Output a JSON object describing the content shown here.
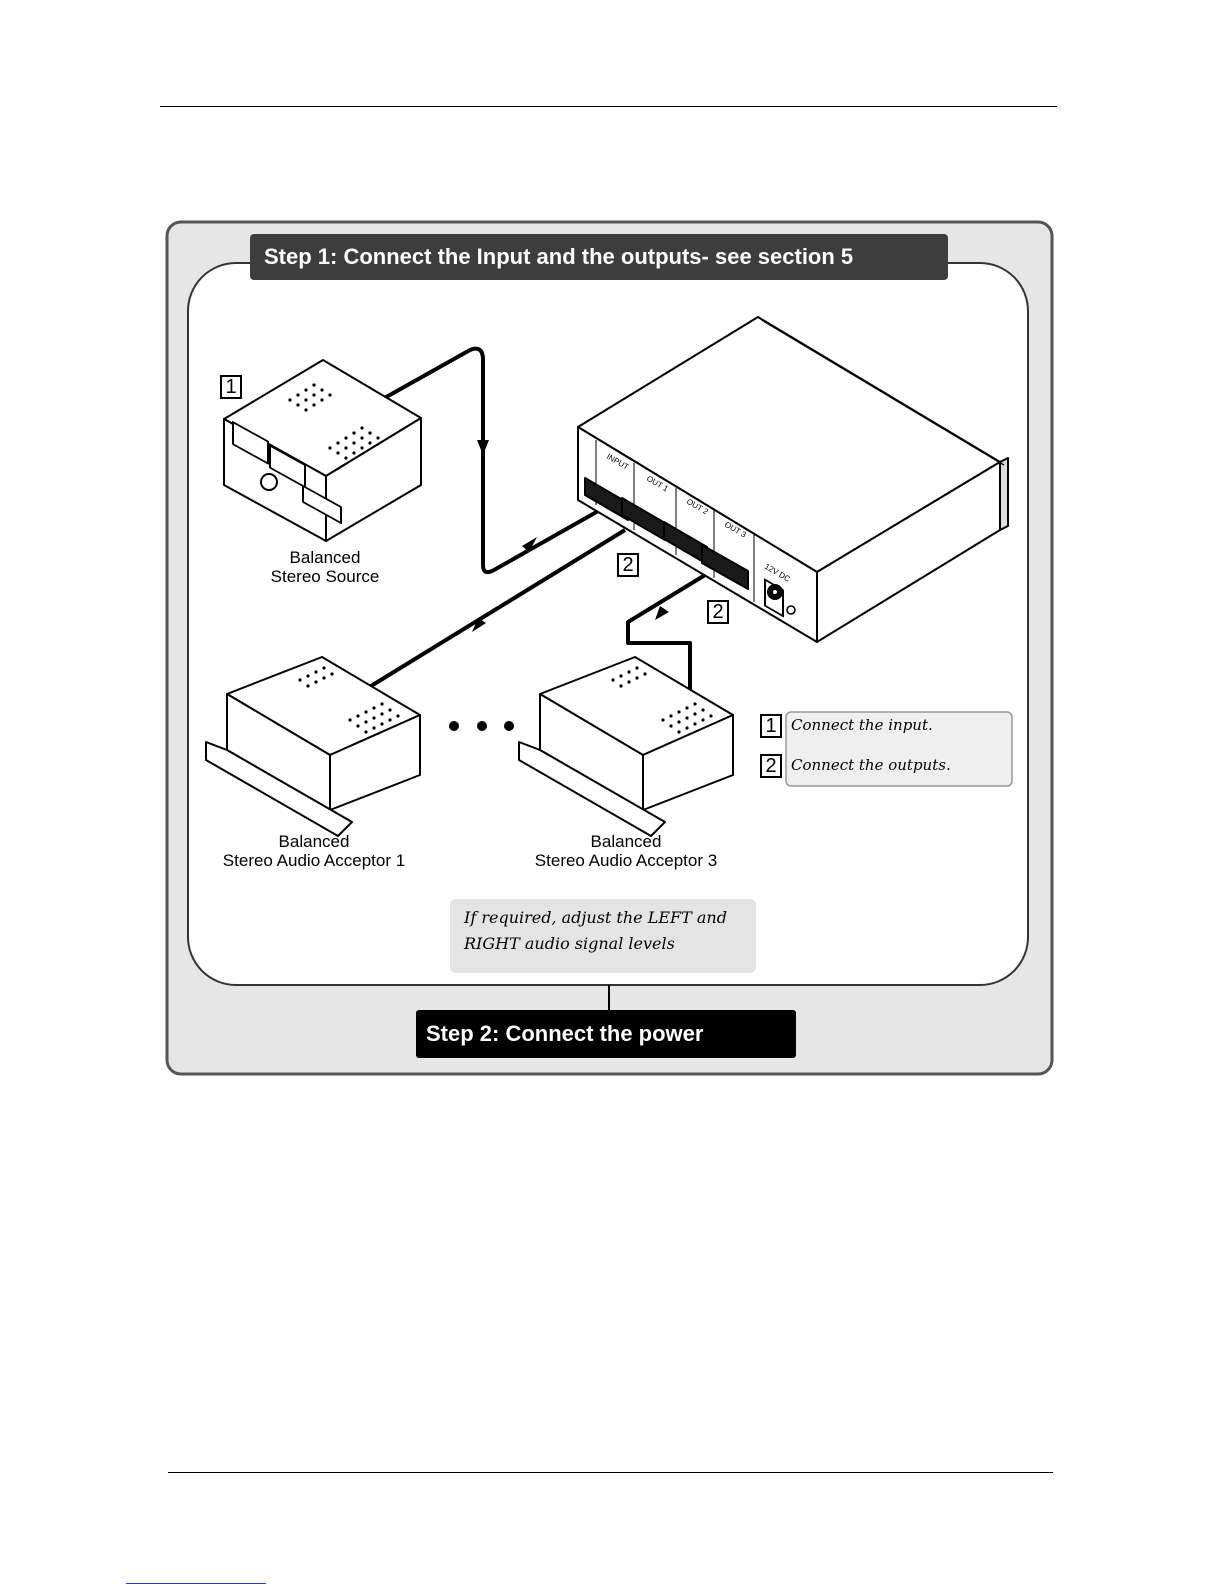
{
  "step1": {
    "title": "Step 1: Connect the Input and the outputs- see section 5"
  },
  "step2": {
    "title": "Step 2: Connect the power"
  },
  "devices": {
    "source": {
      "line1": "Balanced",
      "line2": "Stereo Source"
    },
    "acceptor1": {
      "line1": "Balanced",
      "line2": "Stereo Audio Acceptor 1"
    },
    "acceptor3": {
      "line1": "Balanced",
      "line2": "Stereo Audio Acceptor 3"
    }
  },
  "callouts": {
    "input_num": "1",
    "output_num_a": "2",
    "output_num_b": "2"
  },
  "legend": [
    {
      "num": "1",
      "text": "Connect the input."
    },
    {
      "num": "2",
      "text": "Connect the outputs."
    }
  ],
  "note": {
    "line1": "If required, adjust the LEFT and",
    "line2": "RIGHT audio signal levels"
  },
  "unit": {
    "port_labels": [
      "INPUT",
      "OUT 1",
      "OUT 2",
      "OUT 3"
    ],
    "power_label": "12V DC"
  }
}
